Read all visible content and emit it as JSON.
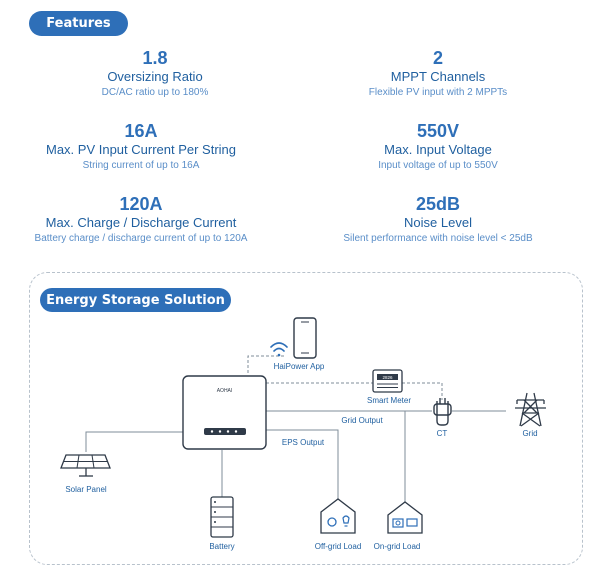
{
  "features": {
    "title": "Features",
    "items": [
      {
        "value": "1.8",
        "title": "Oversizing Ratio",
        "desc": "DC/AC ratio up to 180%"
      },
      {
        "value": "2",
        "title": "MPPT Channels",
        "desc": "Flexible PV input with 2 MPPTs"
      },
      {
        "value": "16A",
        "title": "Max. PV Input Current Per String",
        "desc": "String current of up to 16A"
      },
      {
        "value": "550V",
        "title": "Max. Input Voltage",
        "desc": "Input voltage of up to 550V"
      },
      {
        "value": "120A",
        "title": "Max. Charge / Discharge Current",
        "desc": "Battery charge / discharge current of up to 120A"
      },
      {
        "value": "25dB",
        "title": "Noise Level",
        "desc": "Silent performance with noise level < 25dB"
      }
    ]
  },
  "solution": {
    "title": "Energy Storage Solution",
    "inverter_brand": "AOHAI",
    "meter_display": "2826",
    "labels": {
      "app": "HaiPower App",
      "smart_meter": "Smart Meter",
      "grid_output": "Grid Output",
      "eps_output": "EPS Output",
      "ct": "CT",
      "grid": "Grid",
      "solar_panel": "Solar Panel",
      "battery": "Battery",
      "offgrid_load": "Off-grid Load",
      "ongrid_load": "On-grid Load"
    }
  },
  "colors": {
    "accent": "#2e6fb8",
    "line": "#7f8c99",
    "icon_stroke": "#2f3a48"
  }
}
